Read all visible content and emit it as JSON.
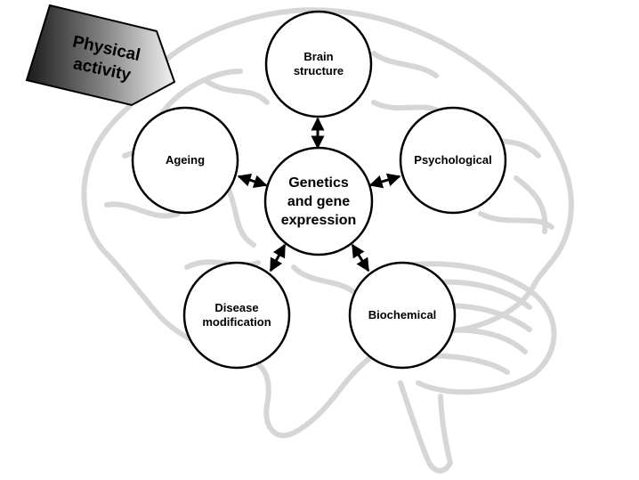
{
  "tag": {
    "label": "Physical\nactivity"
  },
  "center": {
    "label": "Genetics\nand gene\nexpression"
  },
  "nodes": [
    {
      "id": "brain-structure",
      "label": "Brain\nstructure"
    },
    {
      "id": "ageing",
      "label": "Ageing"
    },
    {
      "id": "psychological",
      "label": "Psychological"
    },
    {
      "id": "disease-modification",
      "label": "Disease\nmodification"
    },
    {
      "id": "biochemical",
      "label": "Biochemical"
    }
  ],
  "colors": {
    "brain_outline": "#d6d6d6",
    "circle_stroke": "#000000",
    "arrow": "#000000"
  }
}
